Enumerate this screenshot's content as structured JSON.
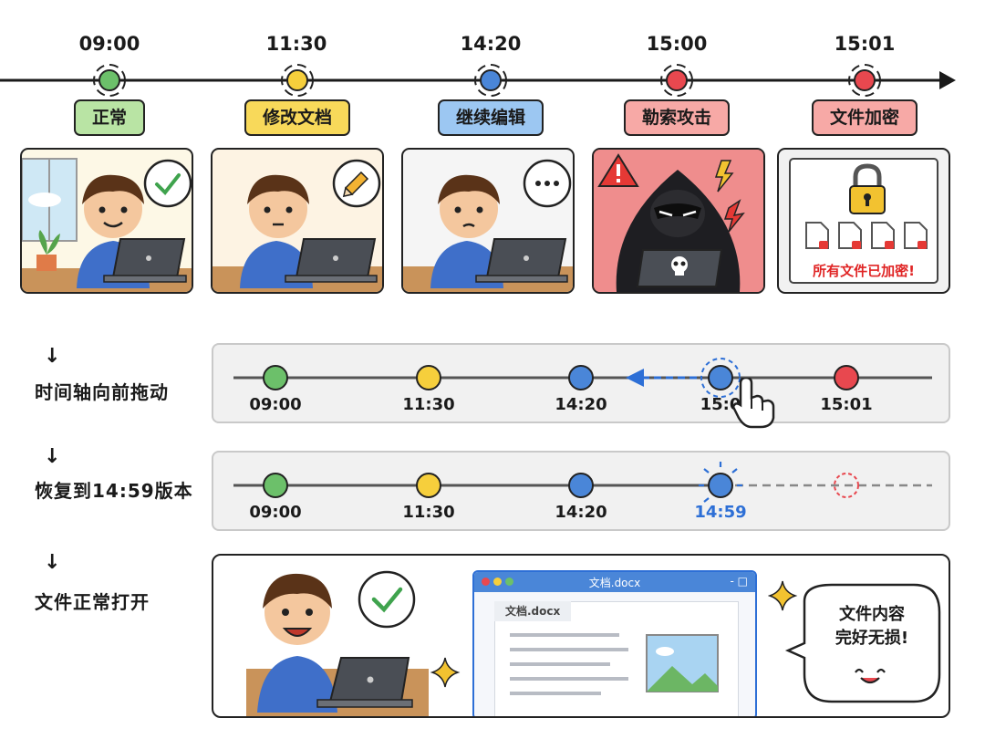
{
  "timeline": {
    "events": [
      {
        "time": "09:00",
        "tag": "正常",
        "color": "#6cc06a",
        "tag_bg": "#b9e4a4"
      },
      {
        "time": "11:30",
        "tag": "修改文档",
        "color": "#f6cf3c",
        "tag_bg": "#f8d95a"
      },
      {
        "time": "14:20",
        "tag": "继续编辑",
        "color": "#4a86d8",
        "tag_bg": "#9cc7f2"
      },
      {
        "time": "15:00",
        "tag": "勒索攻击",
        "color": "#e8484f",
        "tag_bg": "#f7a9a6"
      },
      {
        "time": "15:01",
        "tag": "文件加密",
        "color": "#e8484f",
        "tag_bg": "#f7a9a6"
      }
    ]
  },
  "panels": {
    "encrypted_text": "所有文件已加密!"
  },
  "steps": {
    "arrow": "↓",
    "step1": {
      "label": "时间轴向前拖动",
      "times": [
        "09:00",
        "11:30",
        "14:20",
        "15:0",
        "15:01"
      ]
    },
    "step2": {
      "label": "恢复到14:59版本",
      "times": [
        "09:00",
        "11:30",
        "14:20",
        "14:59"
      ]
    },
    "step3": {
      "label": "文件正常打开"
    }
  },
  "document": {
    "window_title": "文档.docx",
    "doc_title": "文档.docx",
    "window_controls": "- □"
  },
  "speech_bubble": {
    "line1": "文件内容",
    "line2": "完好无损!",
    "face": "◡̈"
  },
  "colors": {
    "green": "#6cc06a",
    "yellow": "#f6cf3c",
    "blue": "#4a86d8",
    "red": "#e8484f",
    "accent_blue": "#2d6fd6"
  }
}
